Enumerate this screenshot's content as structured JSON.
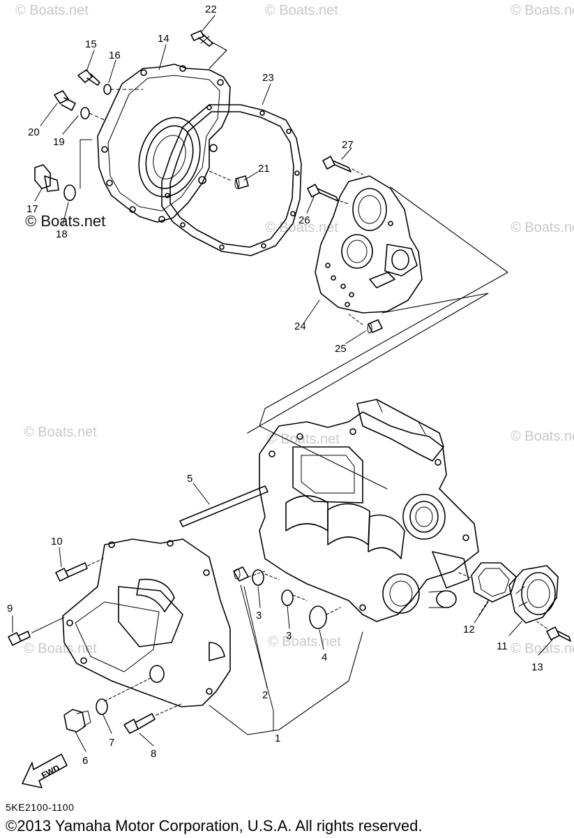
{
  "watermarks": [
    "© Boats.net",
    "© Boats.net",
    "© Boats.net",
    "© Boats.net",
    "© Boats.net",
    "© Boats.net",
    "© Boats.net",
    "© Boats.net",
    "© Boats.net",
    "© Boats.net",
    "© Boats.net"
  ],
  "watermark_dark": "© Boats.net",
  "callouts": [
    "1",
    "2",
    "3",
    "3",
    "4",
    "5",
    "6",
    "7",
    "8",
    "9",
    "10",
    "11",
    "12",
    "13",
    "14",
    "15",
    "16",
    "17",
    "18",
    "19",
    "20",
    "21",
    "22",
    "23",
    "24",
    "25",
    "26",
    "27"
  ],
  "fwd_label": "FWD",
  "diagram_code": "5KE2100-1100",
  "copyright": "©2013 Yamaha Motor Corporation, U.S.A. All rights reserved."
}
